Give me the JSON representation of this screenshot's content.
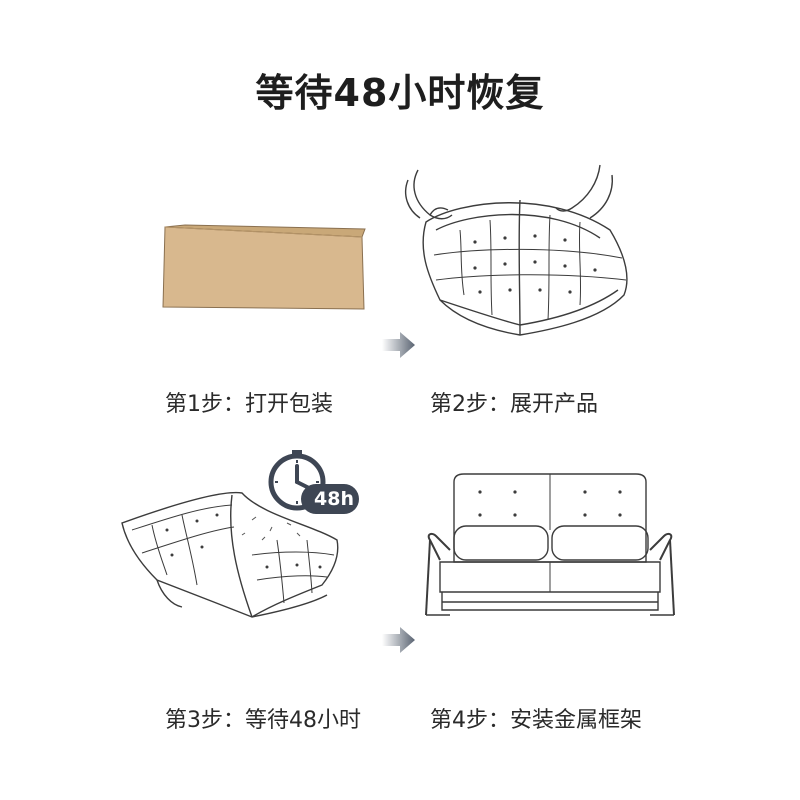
{
  "title": "等待48小时恢复",
  "steps": [
    {
      "label": "第1步：打开包装",
      "illustration": "cardboard-box"
    },
    {
      "label": "第2步：展开产品",
      "illustration": "hands-unfolding-cushion"
    },
    {
      "label": "第3步：等待48小时",
      "illustration": "expanding-cushion"
    },
    {
      "label": "第4步：安装金属框架",
      "illustration": "sofa-bed"
    }
  ],
  "timer_badge": {
    "text": "48h",
    "icon": "clock-icon"
  },
  "colors": {
    "box": "#d8b88e",
    "arrow": "#5a6472",
    "badge": "#3e4654",
    "line": "#3c3c3c"
  }
}
